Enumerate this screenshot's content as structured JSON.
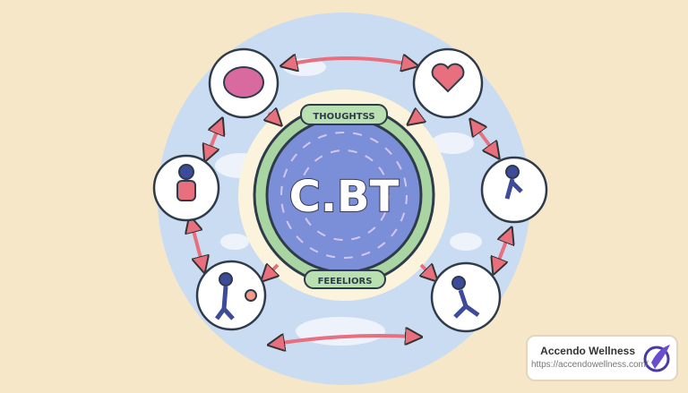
{
  "illustration": {
    "center_label": "C.BT",
    "ring_top_label": "THOUGHTSS",
    "ring_bottom_label": "FEEELIORS",
    "colors": {
      "background": "#f6e7c9",
      "sky": "#c9dcf2",
      "ring": "#a8d5a2",
      "core": "#7b8fd8",
      "arrow": "#e8707e",
      "text": "#ffffff"
    },
    "bubbles": [
      "brain-icon",
      "heart-icon",
      "sitting-person-icon",
      "walking-person-icon",
      "person-with-sun-icon",
      "running-person-icon"
    ]
  },
  "watermark": {
    "title": "Accendo Wellness",
    "url": "https://accendowellness.com/"
  }
}
